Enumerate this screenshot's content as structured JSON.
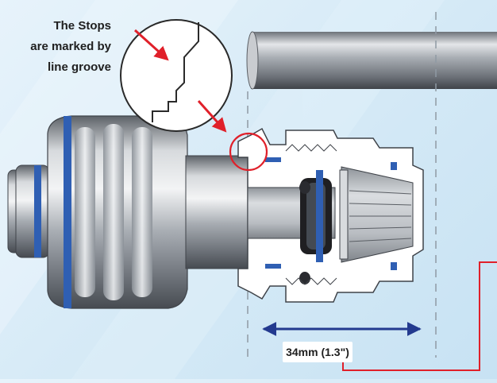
{
  "callout": {
    "lines": [
      "The Stops",
      "are marked by",
      "line groove"
    ]
  },
  "dimension": {
    "label": "34mm (1.3\")"
  },
  "colors": {
    "callout_red": "#e0202a",
    "dimension_blue": "#233a8f",
    "oring_blue": "#2f5fb3",
    "body_white": "#ffffff",
    "fitting_grey": "#9aa0a7"
  }
}
